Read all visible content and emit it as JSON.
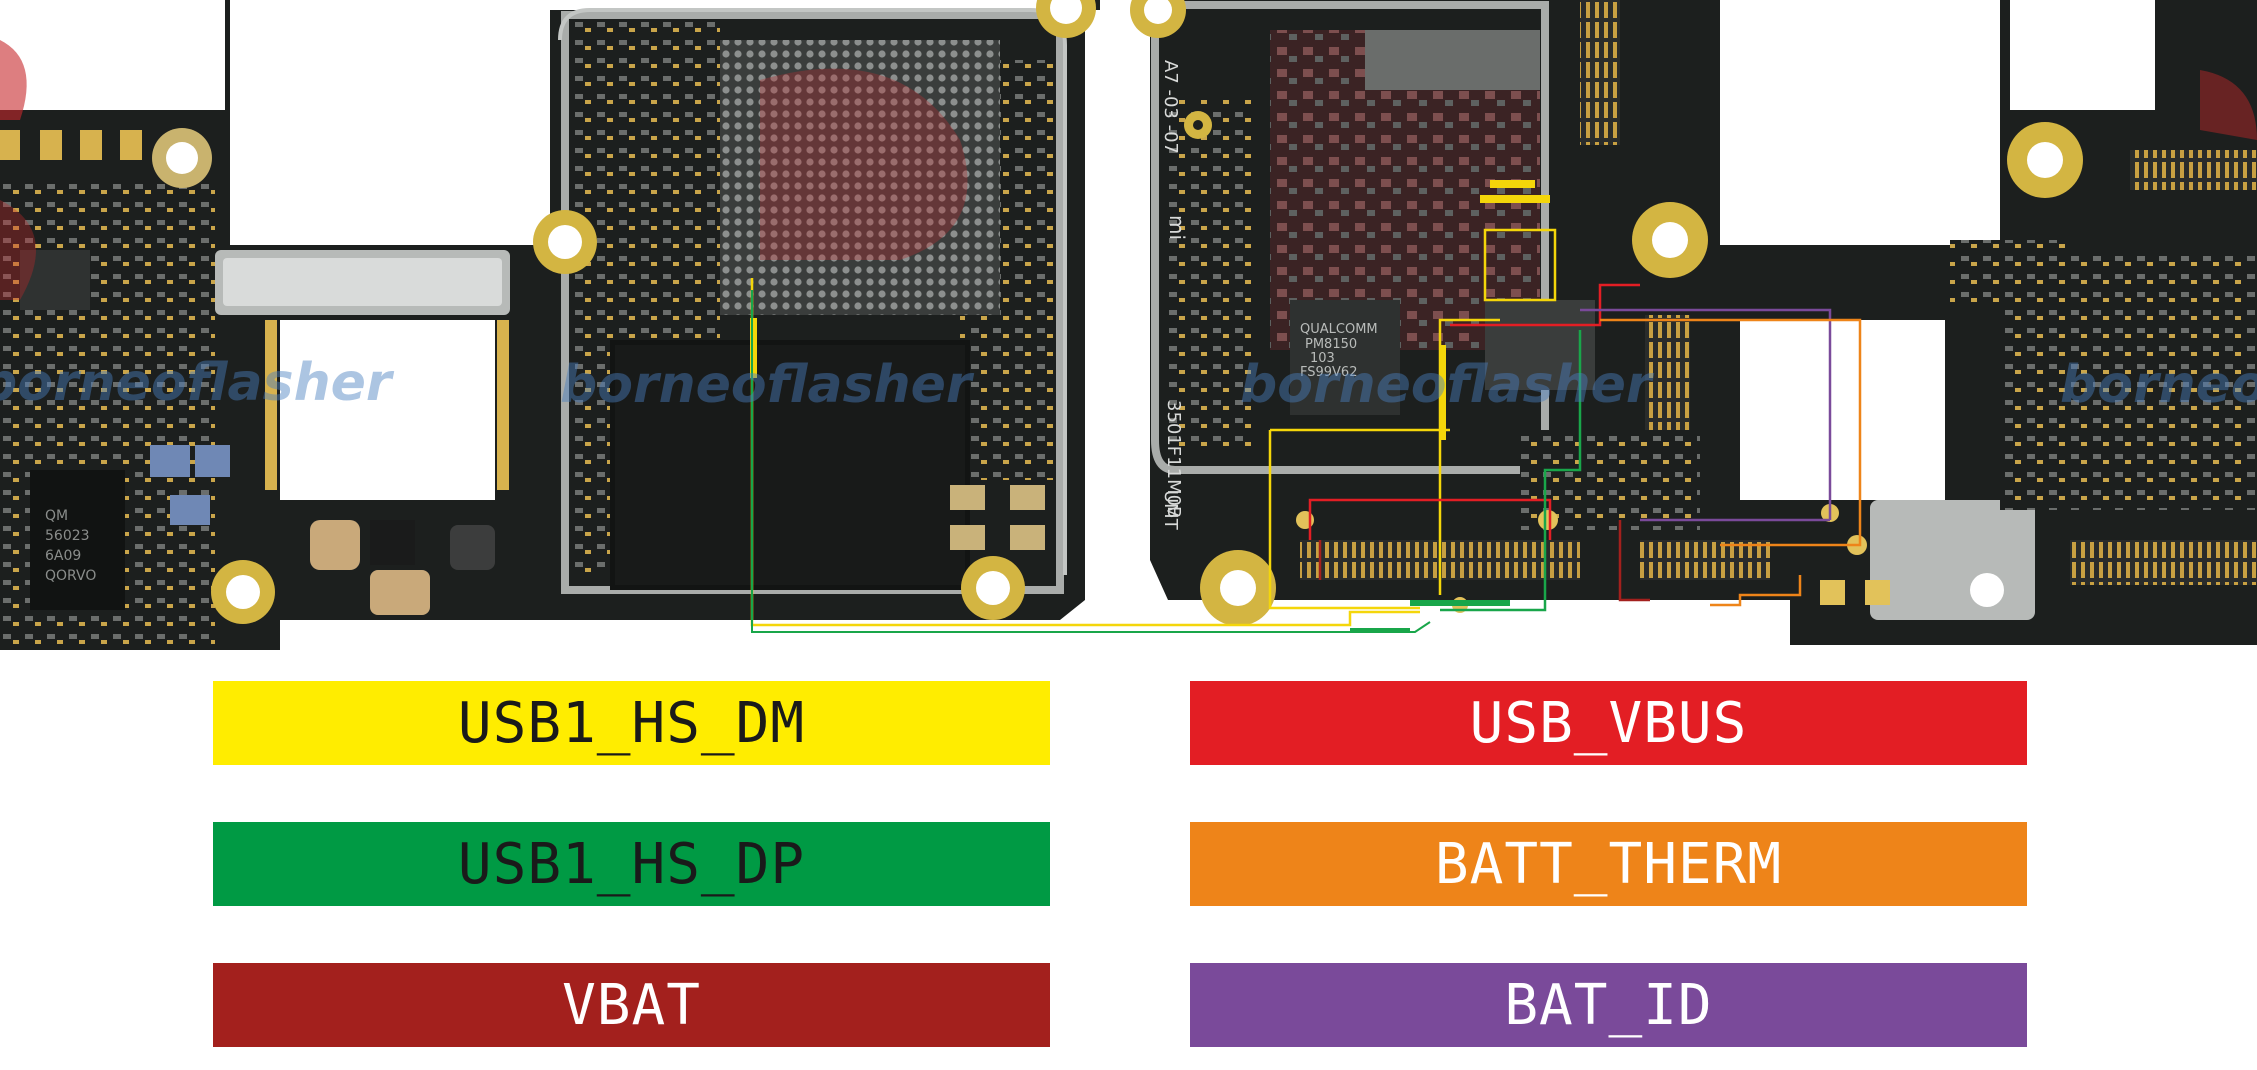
{
  "legend": [
    {
      "label": "USB1_HS_DM",
      "color": "#ffed00",
      "text_color": "#1a1a1a"
    },
    {
      "label": "USB_VBUS",
      "color": "#e31e24",
      "text_color": "#ffffff"
    },
    {
      "label": "USB1_HS_DP",
      "color": "#009a44",
      "text_color": "#1a1a1a"
    },
    {
      "label": "BATT_THERM",
      "color": "#ee8419",
      "text_color": "#ffffff"
    },
    {
      "label": "VBAT",
      "color": "#a3201d",
      "text_color": "#ffffff"
    },
    {
      "label": "BAT_ID",
      "color": "#7a4a9a",
      "text_color": "#ffffff"
    }
  ],
  "watermark": "borneoflasher",
  "board_markings": {
    "pmic": [
      "QUALCOMM",
      "PM8150",
      "103",
      "FS99V62"
    ],
    "part_number": "3501F11M0B",
    "brand": "mi",
    "rev": "A7 -03 -07",
    "umt": "UMT",
    "ic_left": [
      "QM",
      "56023",
      "6A09",
      "QORVO"
    ]
  },
  "pcb_colors": {
    "board": "#1c1f1e",
    "shield": "#b7bab8",
    "pad": "#e8c25a",
    "trace_yellow": "#f4d60a",
    "trace_green": "#19a64a"
  }
}
